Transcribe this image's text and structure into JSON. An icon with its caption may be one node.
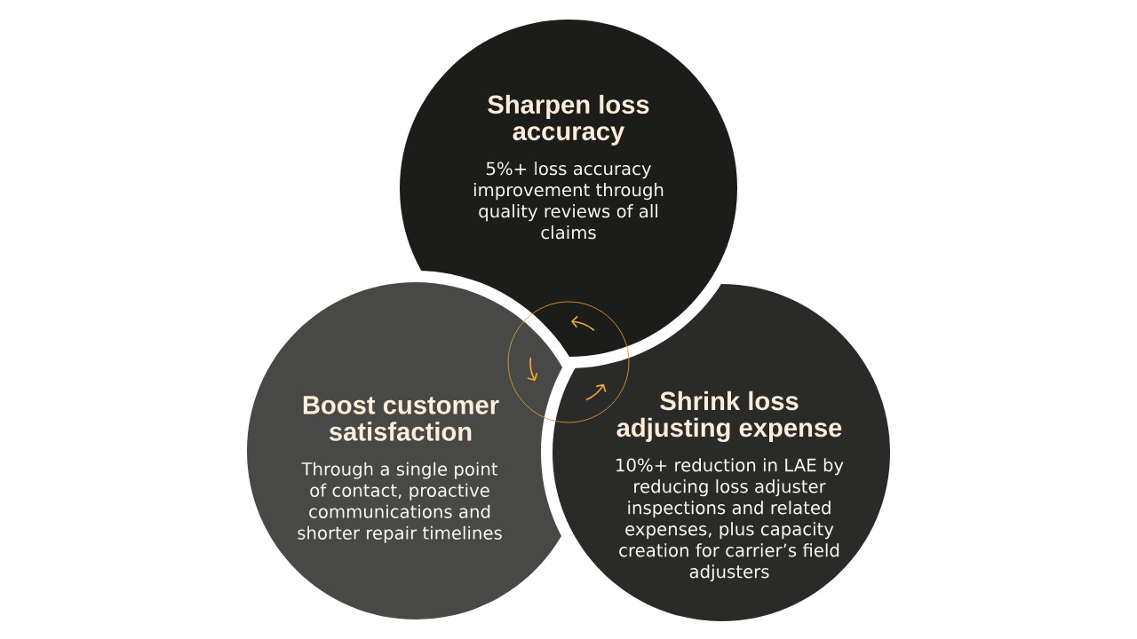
{
  "diagram": {
    "nodes": [
      {
        "text": [
          "Sharpen loss accuracy",
          "5%+ loss accuracy improvement through quality reviews of all claims"
        ]
      },
      {
        "text": [
          "Boost customer satisfaction",
          "Through a single point of contact, proactive communications and shorter repair timelines"
        ]
      },
      {
        "text": [
          "Shrink loss adjusting expense",
          "10%+ reduction in LAE by reducing loss adjuster inspections and related expenses, plus capacity creation for carrier’s field adjusters"
        ]
      }
    ]
  }
}
